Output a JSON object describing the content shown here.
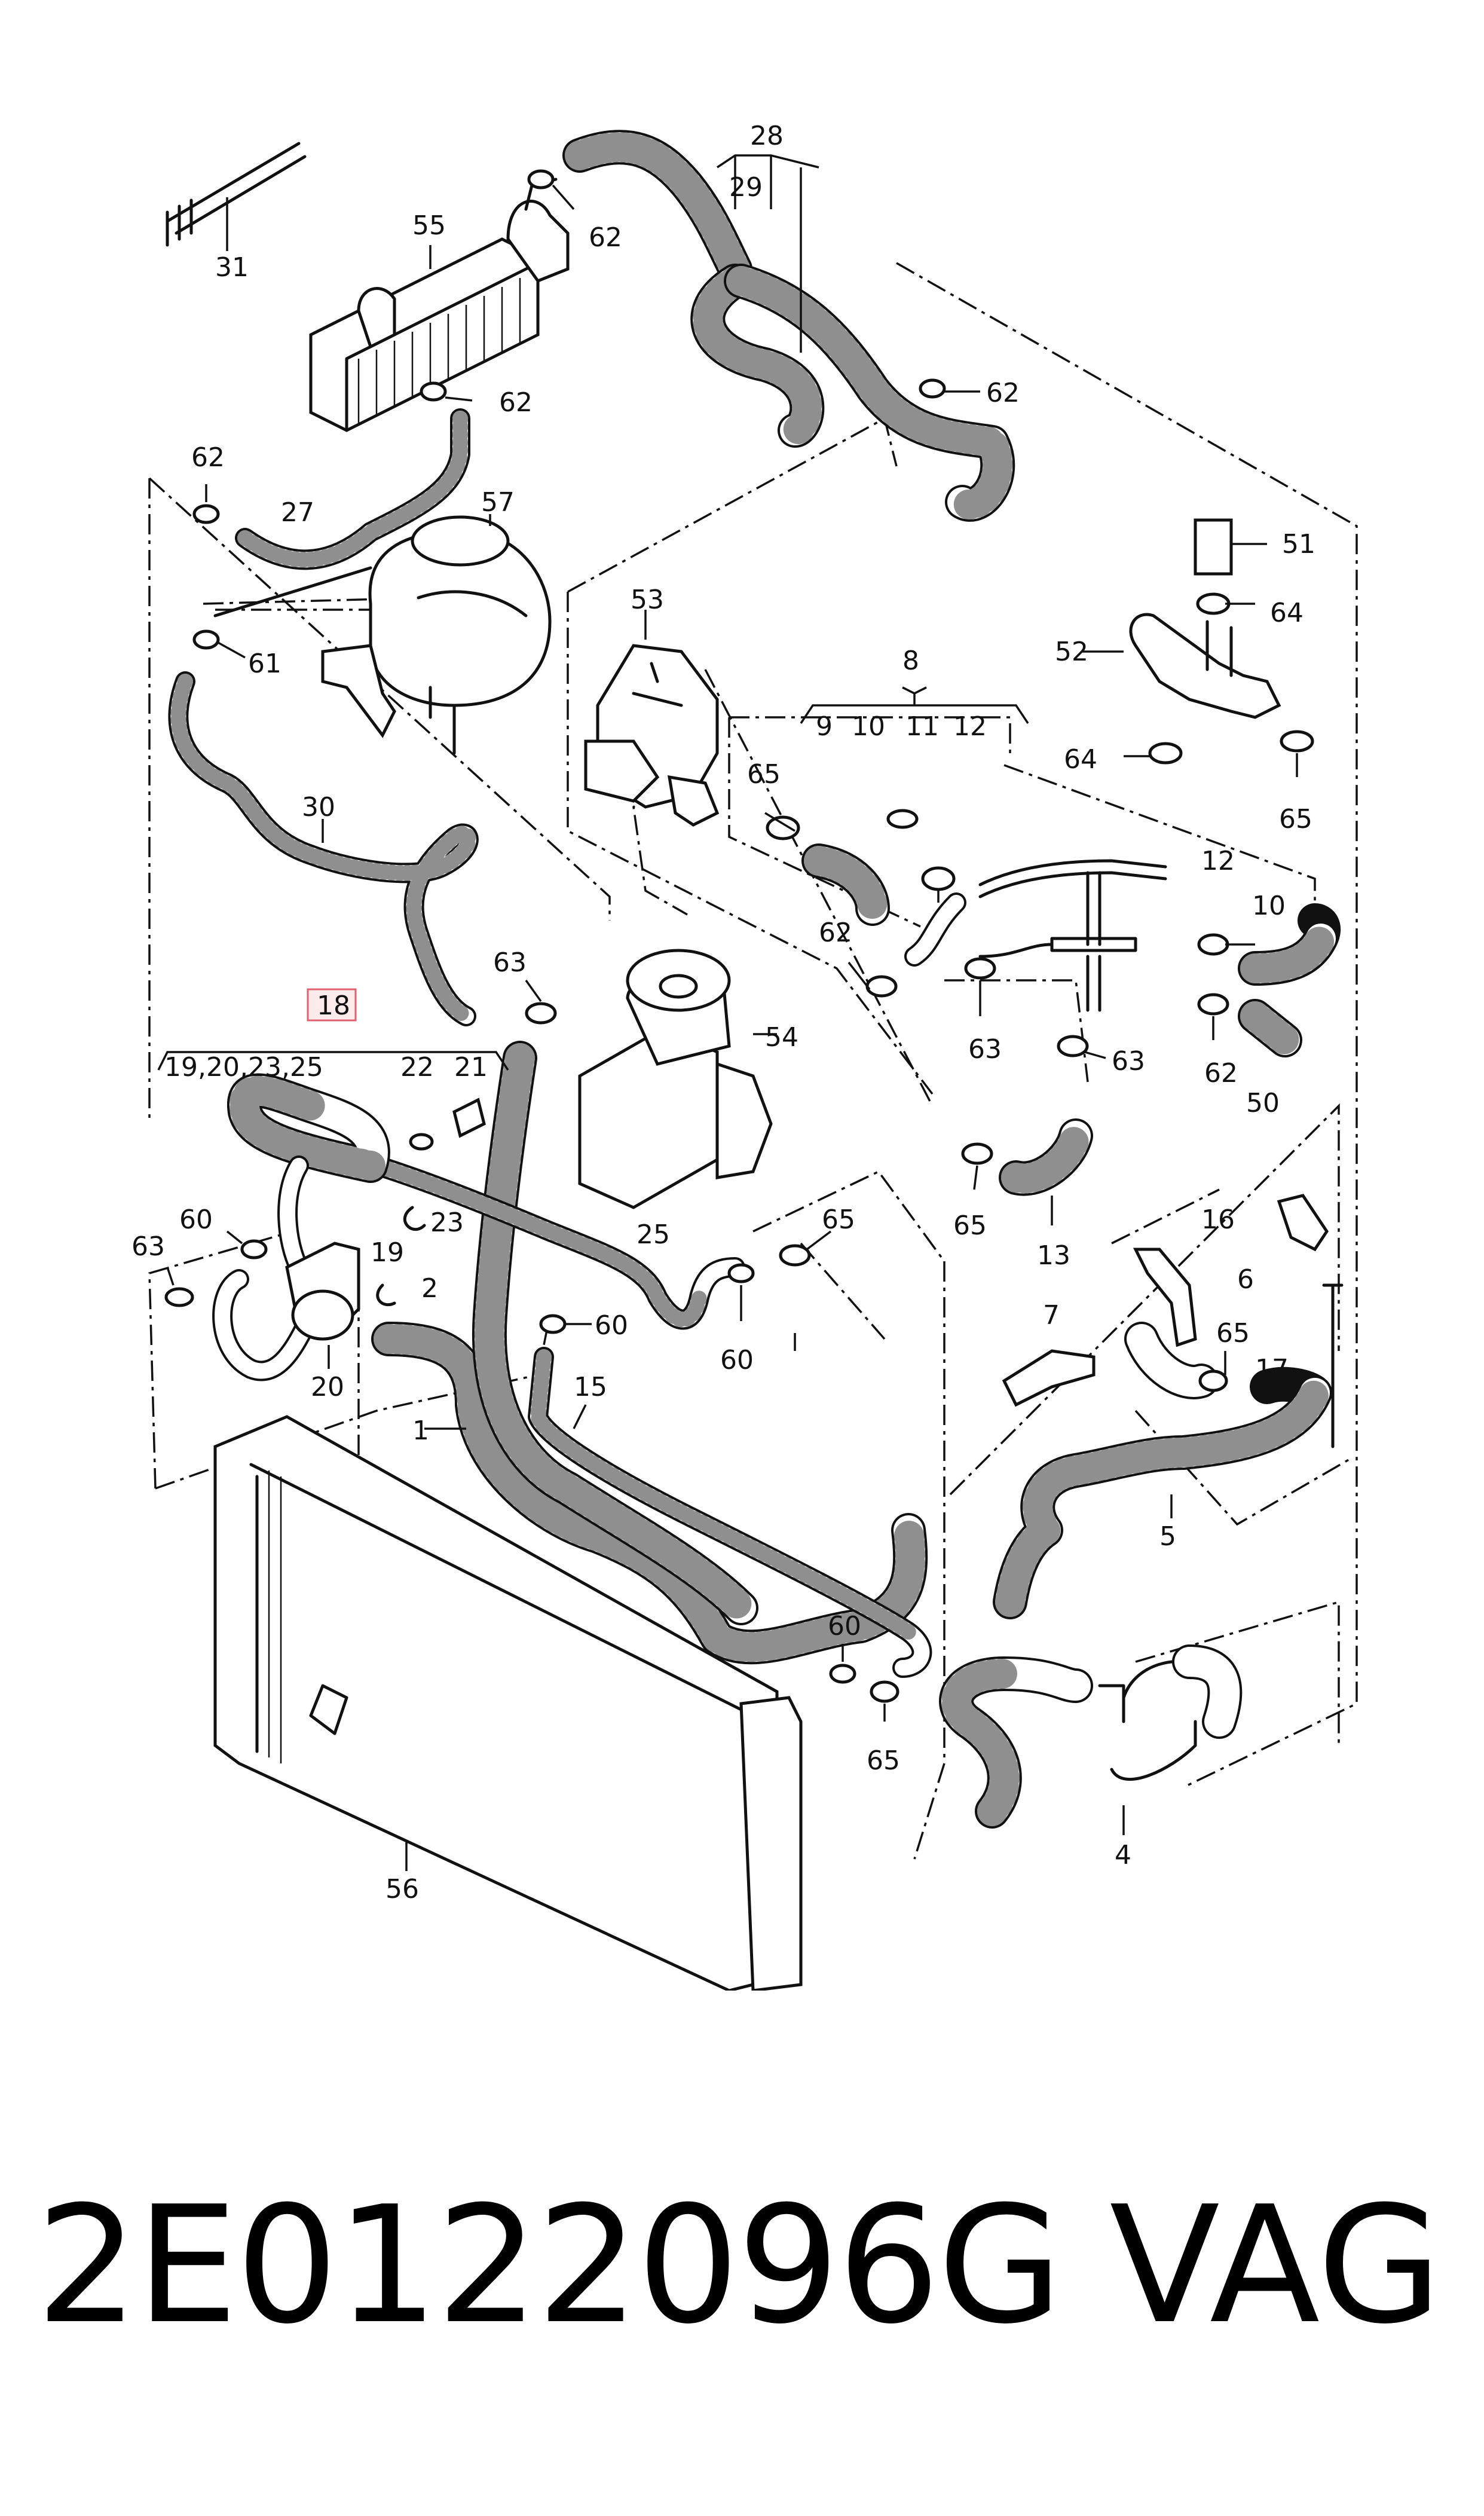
{
  "diagram": {
    "callouts": {
      "c1": "1",
      "c2": "2",
      "c4": "4",
      "c5": "5",
      "c6": "6",
      "c7": "7",
      "c8": "8",
      "c9": "9",
      "c10a": "10",
      "c10b": "10",
      "c11": "11",
      "c12a": "12",
      "c12b": "12",
      "c13": "13",
      "c15": "15",
      "c16": "16",
      "c17": "17",
      "c18": "18",
      "c19a": "19",
      "c19group": "19,20,23,25",
      "c20": "20",
      "c21": "21",
      "c22": "22",
      "c23": "23",
      "c25": "25",
      "c27": "27",
      "c28": "28",
      "c29": "29",
      "c30": "30",
      "c31": "31",
      "c50": "50",
      "c51": "51",
      "c52": "52",
      "c53": "53",
      "c54": "54",
      "c55": "55",
      "c56": "56",
      "c57": "57",
      "c60a": "60",
      "c60b": "60",
      "c60c": "60",
      "c60d": "60",
      "c61": "61",
      "c62a": "62",
      "c62b": "62",
      "c62c": "62",
      "c62d": "62",
      "c62e": "62",
      "c62f": "62",
      "c63a": "63",
      "c63b": "63",
      "c63c": "63",
      "c63d": "63",
      "c64a": "64",
      "c64b": "64",
      "c65a": "65",
      "c65b": "65",
      "c65c": "65",
      "c65d": "65",
      "c65e": "65",
      "c65f": "65"
    },
    "highlight_color": "#e06070"
  },
  "footer": {
    "part_number": "2E0122096G",
    "brand": "VAG"
  }
}
